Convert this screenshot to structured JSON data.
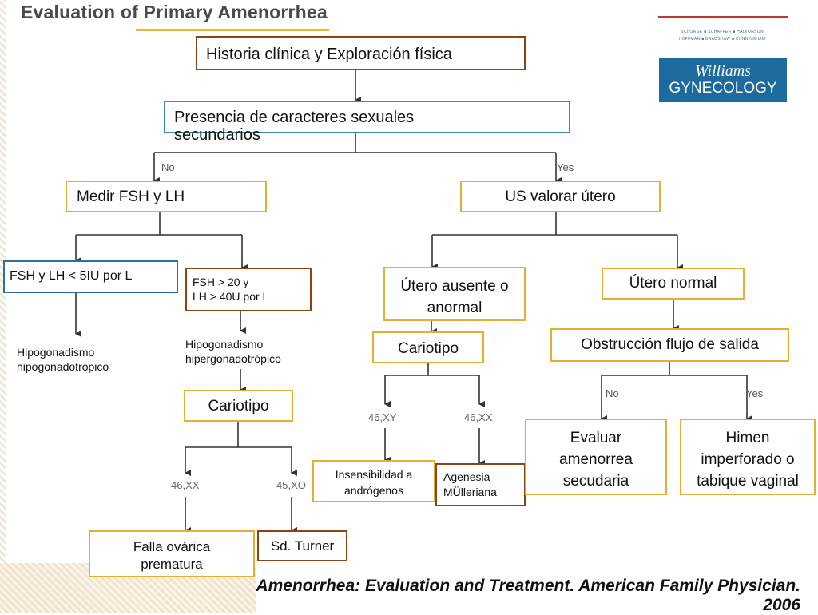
{
  "title": "Evaluation of Primary Amenorrhea",
  "book": {
    "authors_line1": "SCHORGE ■ SCHAFFER ■ HALVORSON",
    "authors_line2": "HOFFMAN ■ BRADSHAW ■ CUNNINGHAM",
    "title_line1": "Williams",
    "title_line2": "GYNECOLOGY"
  },
  "nodes": {
    "history": "Historia clínica y Exploración física",
    "secondary": "Presencia de caracteres sexuales secundarios",
    "measure": "Medir FSH y LH",
    "us": "US valorar útero",
    "low": "FSH y LH < 5IU por L",
    "high_line1": "FSH > 20 y",
    "high_line2": "LH > 40U por L",
    "hypo_hypo": "Hipogonadismo hipogonadotrópico",
    "hypo_hyper": "Hipogonadismo hipergonadotrópico",
    "karyo_left": "Cariotipo",
    "absent": "Útero ausente o anormal",
    "normal": "Útero normal",
    "karyo_mid": "Cariotipo",
    "obstruction": "Obstrucción flujo de salida",
    "insens": "Insensibilidad a andrógenos",
    "agenesis": "Agenesia MÜlleriana",
    "evaluate": "Evaluar amenorrea secudaria",
    "hymen": "Himen imperforado o tabique vaginal",
    "pof": "Falla ovárica prematura",
    "turner": "Sd. Turner"
  },
  "branch_labels": {
    "no_top": "No",
    "yes_top": "Yes",
    "no_obs": "No",
    "yes_obs": "Yes"
  },
  "karyotypes": {
    "left_46xx": "46,XX",
    "left_45xo": "45,XO",
    "mid_46xy": "46,XY",
    "mid_46xx": "46,XX"
  },
  "citation": "Amenorrhea: Evaluation and Treatment. American Family Physician. 2006"
}
